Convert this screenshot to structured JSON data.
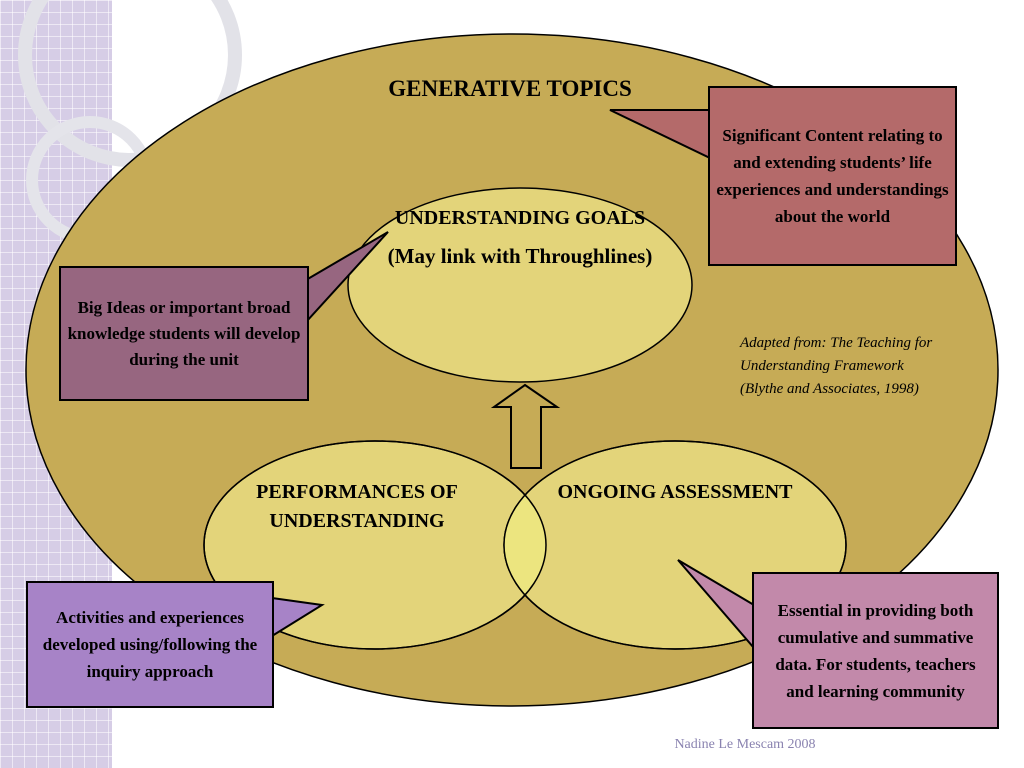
{
  "title": "GENERATIVE TOPICS",
  "goals": {
    "line1": "UNDERSTANDING GOALS",
    "line2": "(May link with Throughlines)"
  },
  "performances": "PERFORMANCES OF UNDERSTANDING",
  "assessment": "ONGOING ASSESSMENT",
  "callouts": {
    "content": "Significant Content relating to and extending students’ life experiences and understandings about the world",
    "big_ideas": "Big Ideas or important broad knowledge students will develop during the unit",
    "activities": "Activities and experiences developed using/following  the inquiry approach",
    "essential": "Essential in providing both cumulative and summative data.  For students, teachers and learning community"
  },
  "credit": {
    "prefix": "Adapted from: ",
    "work": "The Teaching for Understanding Framework",
    "authors": "(Blythe and Associates, 1998)"
  },
  "author": "Nadine Le Mescam 2008",
  "colors": {
    "outer_ellipse": "#c6ab56",
    "inner_ellipse": "#e3d47a",
    "overlap": "#ece57f",
    "content_box": "#b46a6a",
    "big_ideas_box": "#976680",
    "activities_box": "#a783c7",
    "essential_box": "#c289aa",
    "stripe": "#d6cde6"
  }
}
